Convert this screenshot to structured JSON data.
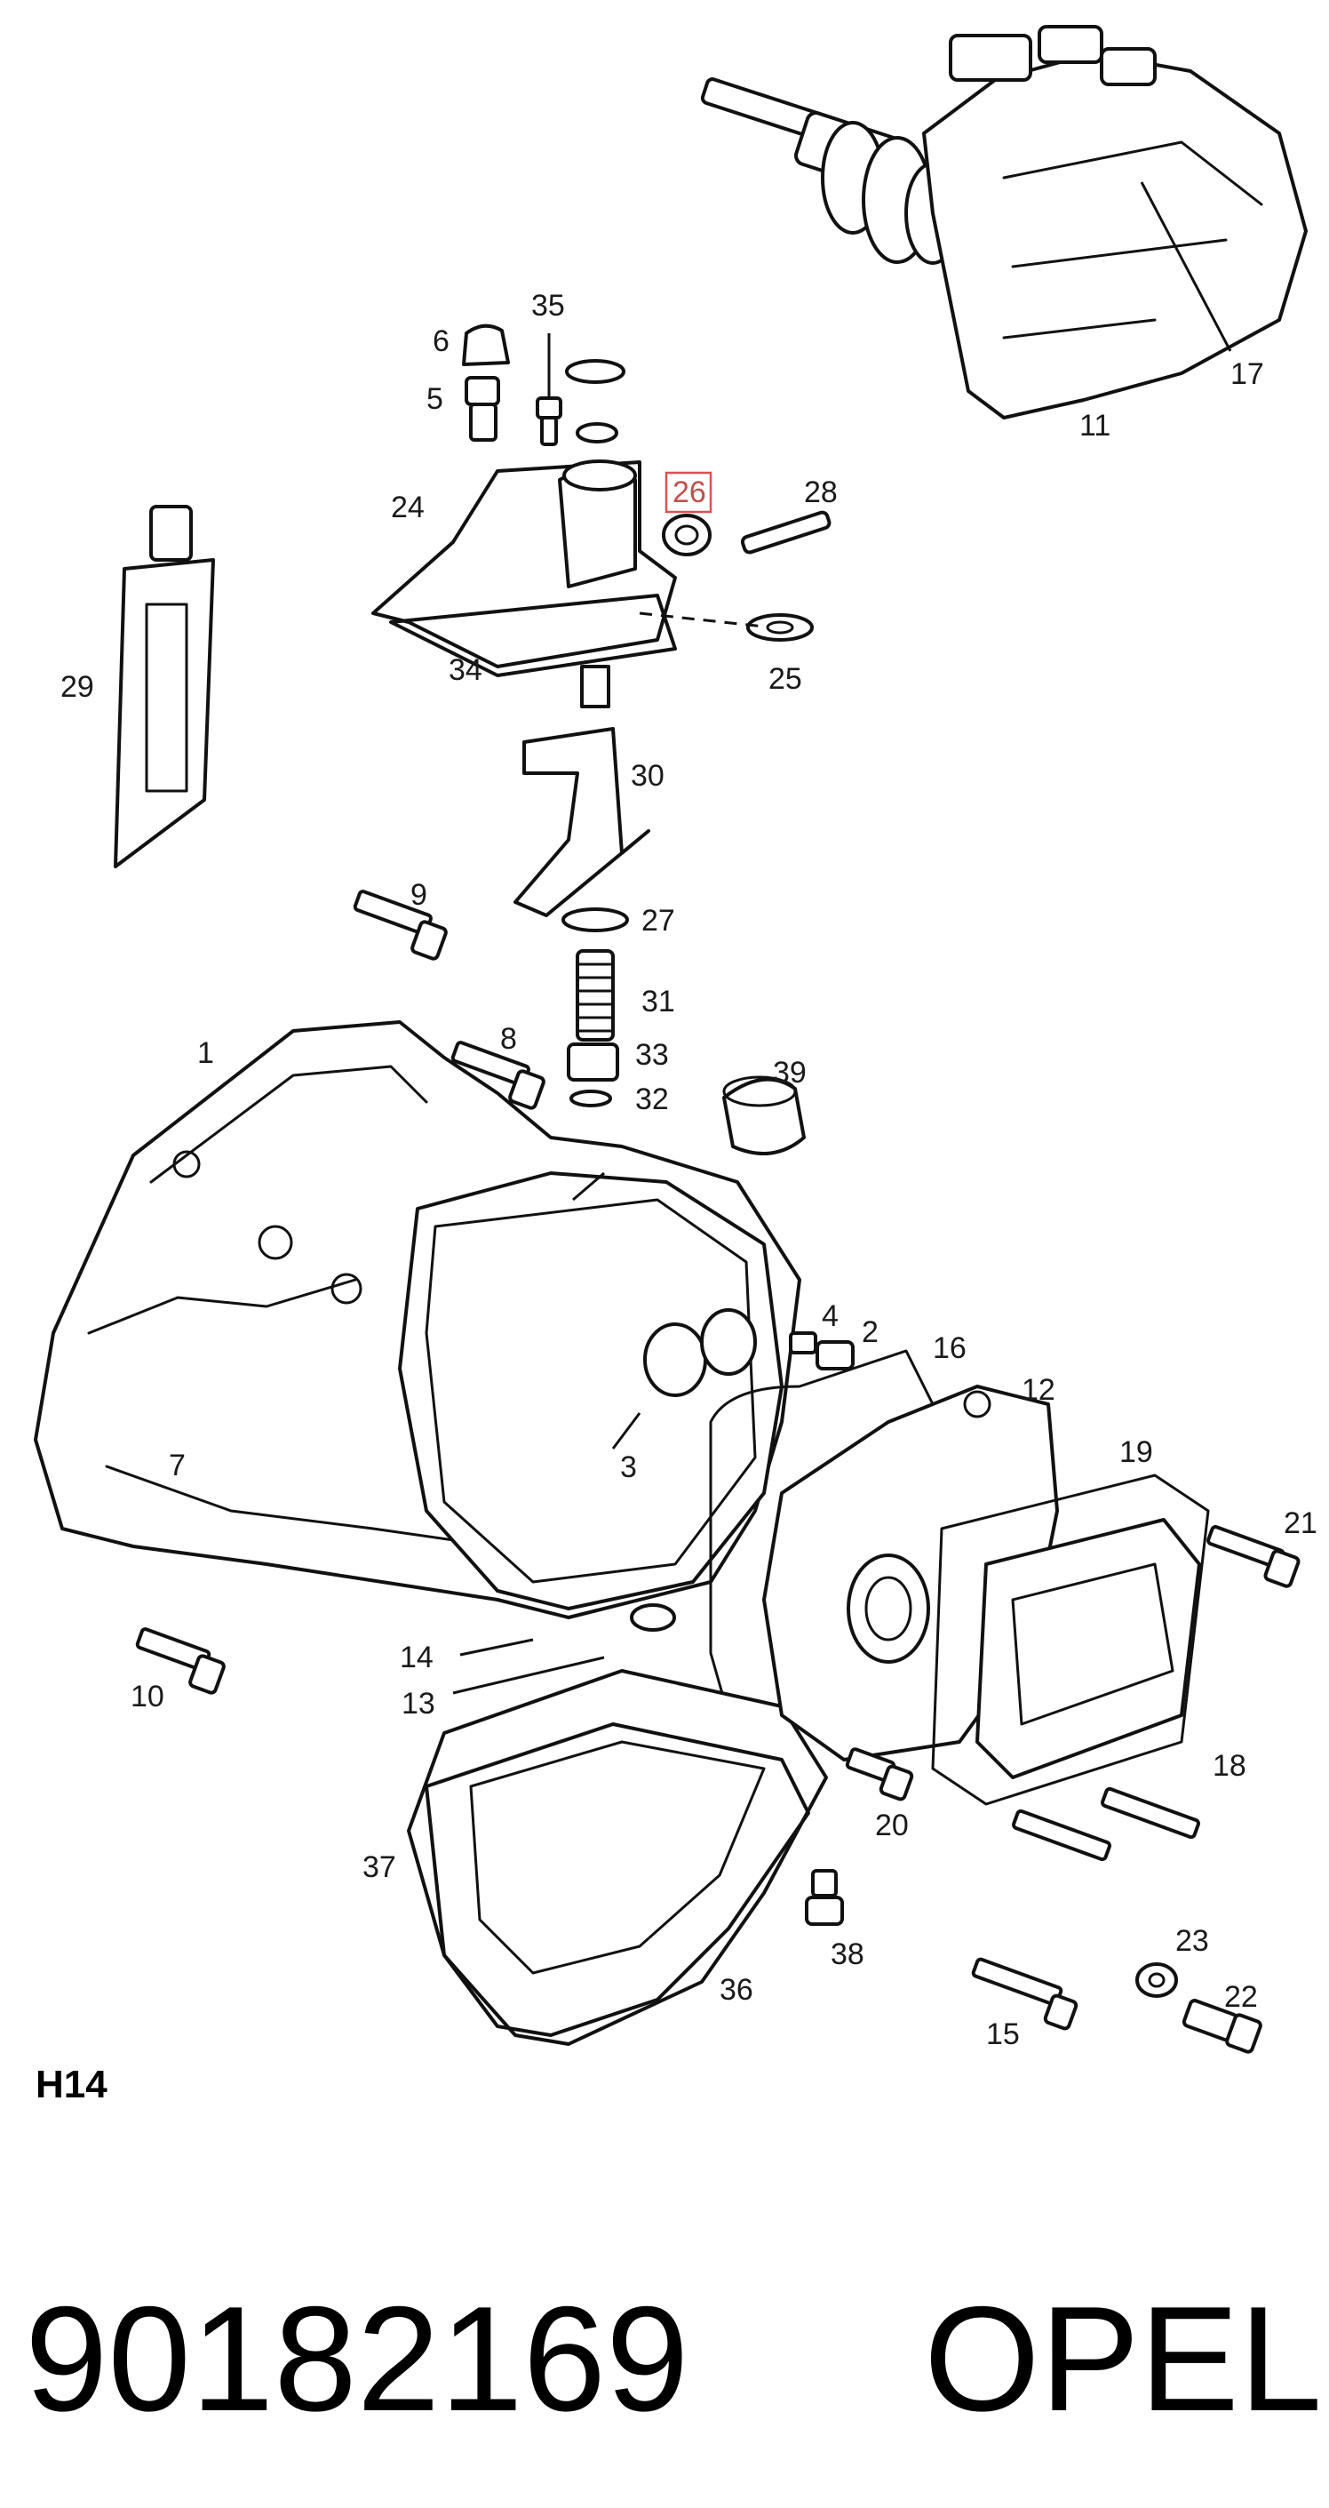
{
  "diagram": {
    "reference_code": "H14",
    "highlight_color": "#d9534f",
    "labels": {
      "p1": "1",
      "p2": "2",
      "p3": "3",
      "p4": "4",
      "p5": "5",
      "p6": "6",
      "p7": "7",
      "p8": "8",
      "p9": "9",
      "p10": "10",
      "p11": "11",
      "p12": "12",
      "p13": "13",
      "p14": "14",
      "p15": "15",
      "p16": "16",
      "p17": "17",
      "p18": "18",
      "p19": "19",
      "p20": "20",
      "p21": "21",
      "p22": "22",
      "p23": "23",
      "p24": "24",
      "p25": "25",
      "p26": "26",
      "p27": "27",
      "p28": "28",
      "p29": "29",
      "p30": "30",
      "p31": "31",
      "p32": "32",
      "p33": "33",
      "p34": "34",
      "p35": "35",
      "p36": "36",
      "p37": "37",
      "p38": "38",
      "p39": "39"
    },
    "highlighted_label": "p26"
  },
  "footer": {
    "part_number": "90182169",
    "brand": "OPEL"
  }
}
